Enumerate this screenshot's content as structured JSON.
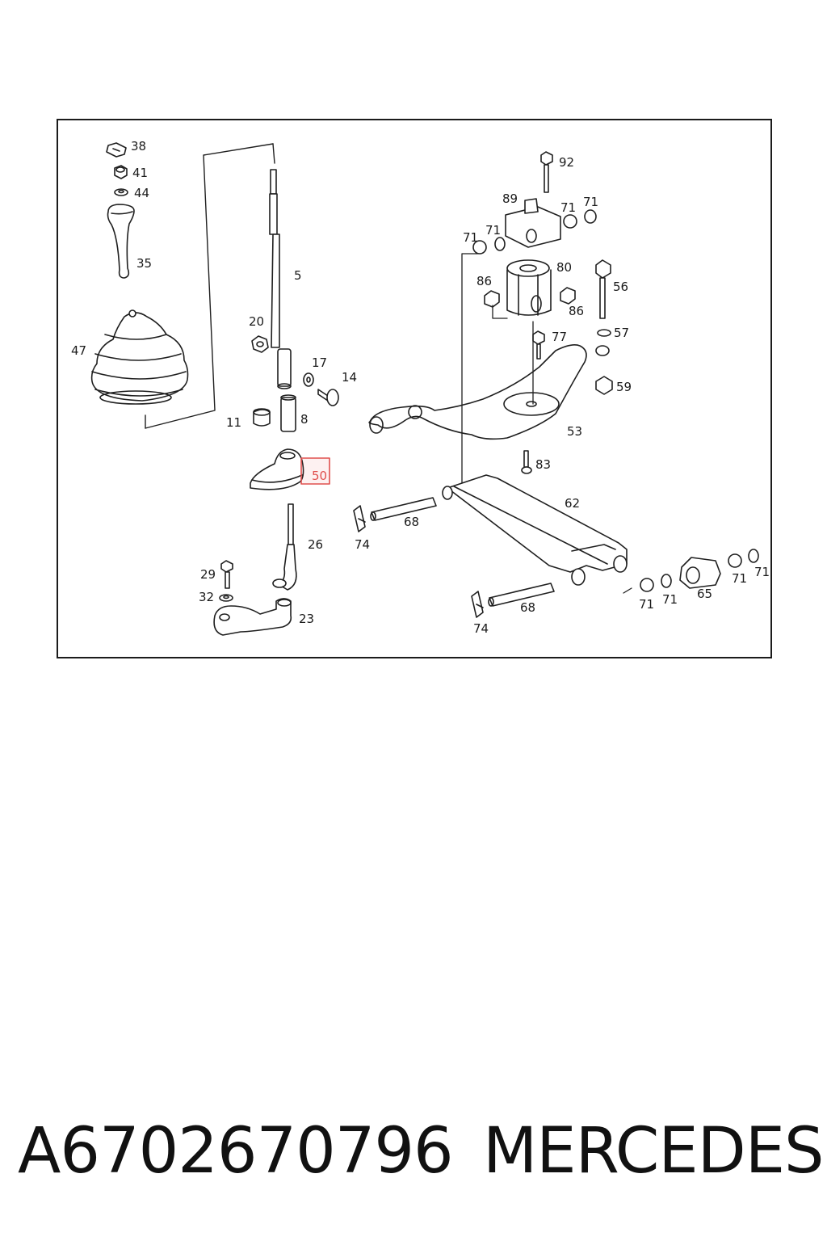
{
  "diagram": {
    "labels": {
      "p38": "38",
      "p41": "41",
      "p44": "44",
      "p35": "35",
      "p47": "47",
      "p5": "5",
      "p20": "20",
      "p17": "17",
      "p14": "14",
      "p11": "11",
      "p8": "8",
      "p50": "50",
      "p26": "26",
      "p29": "29",
      "p32": "32",
      "p23": "23",
      "p92": "92",
      "p89": "89",
      "p71a": "71",
      "p71b": "71",
      "p71c": "71",
      "p71d": "71",
      "p80": "80",
      "p86a": "86",
      "p86b": "86",
      "p56": "56",
      "p77": "77",
      "p57": "57",
      "p59": "59",
      "p53": "53",
      "p83": "83",
      "p62": "62",
      "p68a": "68",
      "p74a": "74",
      "p68b": "68",
      "p74b": "74",
      "p71e": "71",
      "p71f": "71",
      "p65": "65",
      "p71g": "71",
      "p71h": "71"
    },
    "highlighted_part": "50",
    "highlight_color": "#e0504e"
  },
  "footer": {
    "part_number": "A6702670796",
    "brand": "MERCEDES"
  }
}
